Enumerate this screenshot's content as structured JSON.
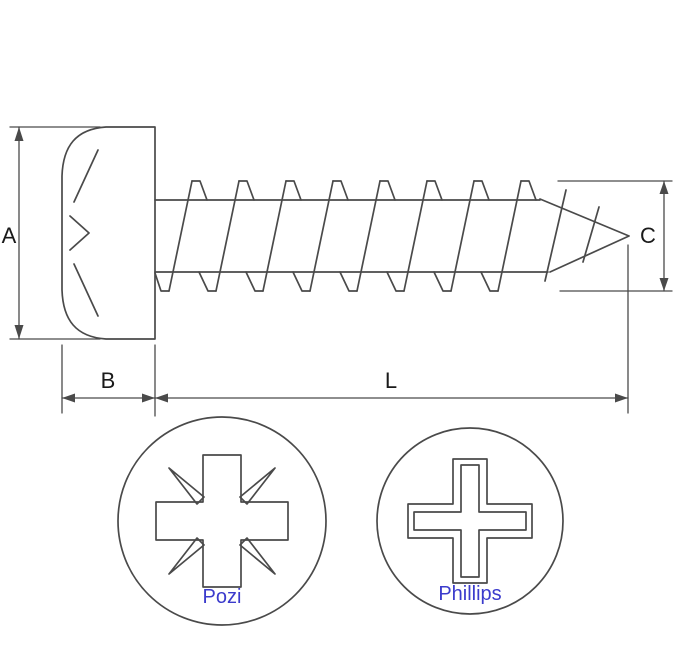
{
  "diagram": {
    "dimension_labels": {
      "head_diameter": "A",
      "head_height": "B",
      "thread_diameter": "C",
      "length": "L"
    },
    "drive_options": [
      {
        "label": "Pozi"
      },
      {
        "label": "Phillips"
      }
    ],
    "colors": {
      "line": "#4a4a4a",
      "dimension_text": "#1a1a1a",
      "drive_label_text": "#3b3bcc",
      "background": "#ffffff"
    }
  }
}
